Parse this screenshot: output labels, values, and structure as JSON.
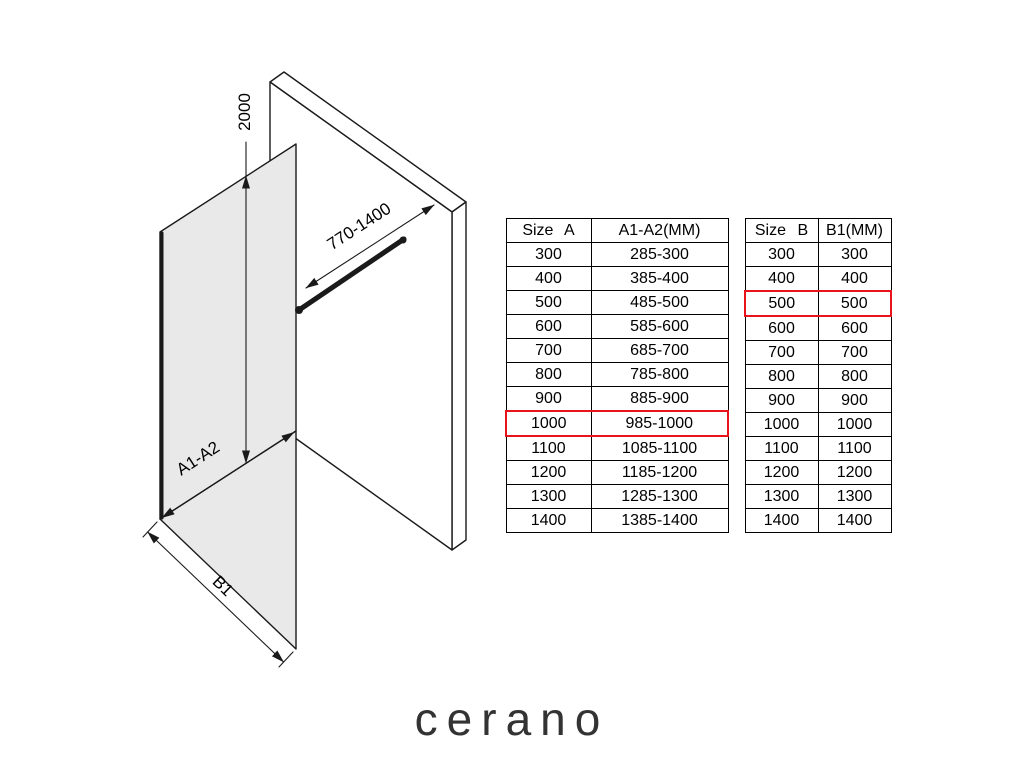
{
  "page": {
    "background": "#ffffff"
  },
  "brand": {
    "logo_text": "cerano",
    "color": "#333333"
  },
  "diagram": {
    "dimension_labels": {
      "height": "2000",
      "support_bar": "770-1400",
      "width": "A1-A2",
      "depth": "B1"
    },
    "glass_color": "#e9e9e9",
    "line_color": "#1a1a1a"
  },
  "tables": [
    {
      "name": "size-a",
      "headers": [
        "Size A",
        "A1-A2(MM)"
      ],
      "rows": [
        [
          "300",
          "285-300"
        ],
        [
          "400",
          "385-400"
        ],
        [
          "500",
          "485-500"
        ],
        [
          "600",
          "585-600"
        ],
        [
          "700",
          "685-700"
        ],
        [
          "800",
          "785-800"
        ],
        [
          "900",
          "885-900"
        ],
        [
          "1000",
          "985-1000"
        ],
        [
          "1100",
          "1085-1100"
        ],
        [
          "1200",
          "1185-1200"
        ],
        [
          "1300",
          "1285-1300"
        ],
        [
          "1400",
          "1385-1400"
        ]
      ],
      "highlight_row_index": 7,
      "highlight_color": "#e8131b"
    },
    {
      "name": "size-b",
      "headers": [
        "Size B",
        "B1(MM)"
      ],
      "rows": [
        [
          "300",
          "300"
        ],
        [
          "400",
          "400"
        ],
        [
          "500",
          "500"
        ],
        [
          "600",
          "600"
        ],
        [
          "700",
          "700"
        ],
        [
          "800",
          "800"
        ],
        [
          "900",
          "900"
        ],
        [
          "1000",
          "1000"
        ],
        [
          "1100",
          "1100"
        ],
        [
          "1200",
          "1200"
        ],
        [
          "1300",
          "1300"
        ],
        [
          "1400",
          "1400"
        ]
      ],
      "highlight_row_index": 2,
      "highlight_color": "#e8131b"
    }
  ]
}
